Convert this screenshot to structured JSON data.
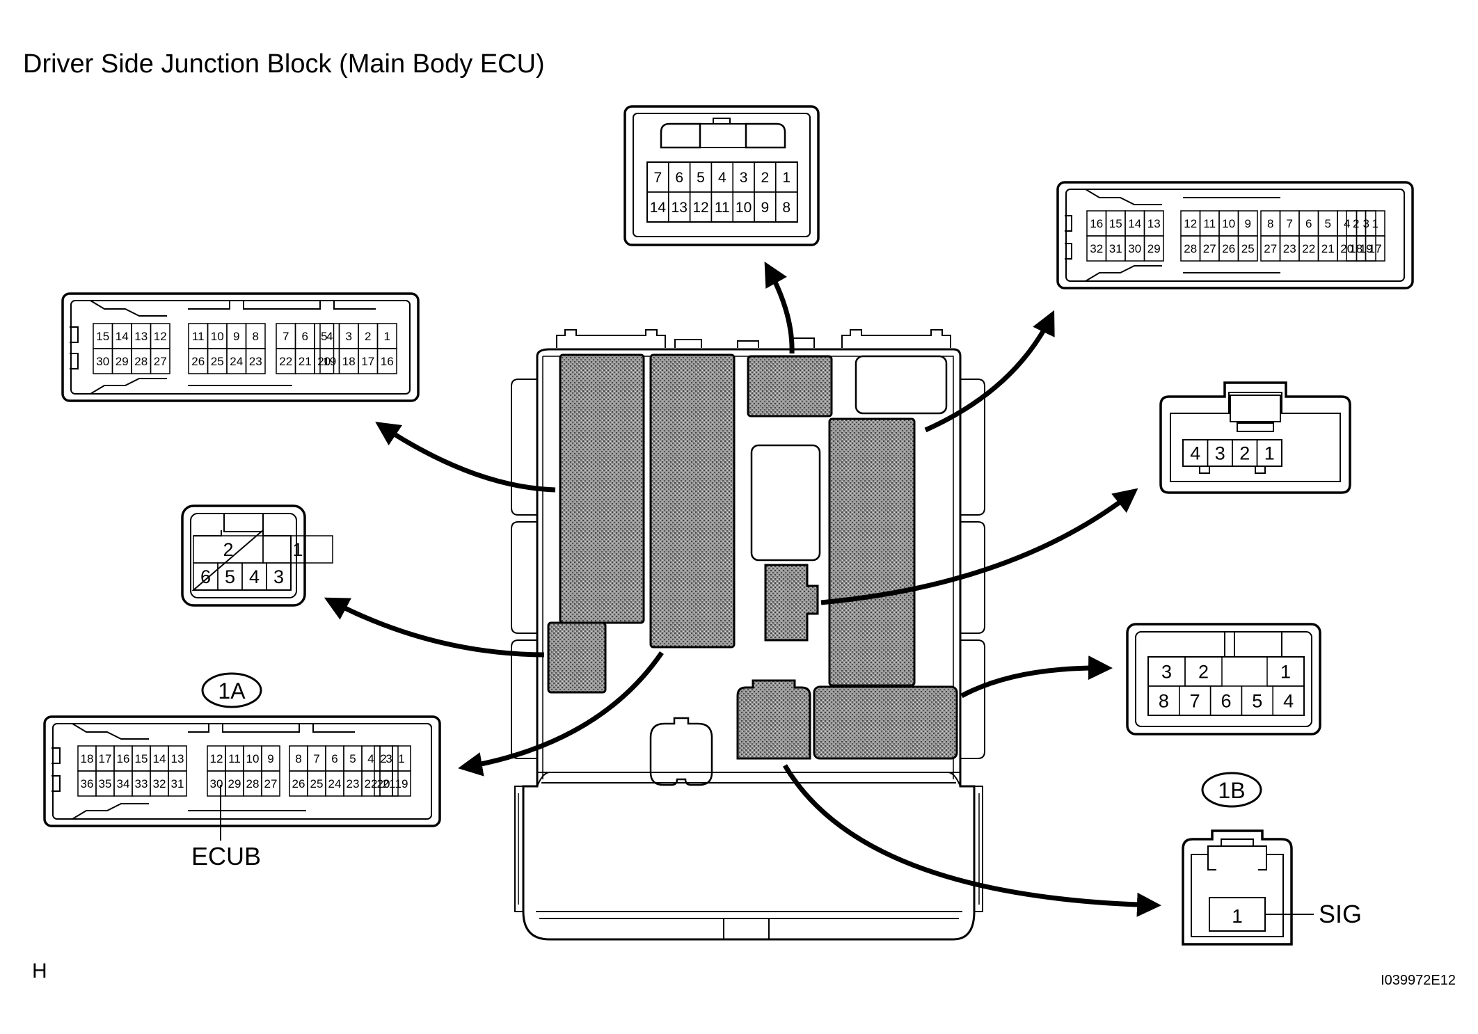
{
  "title": "Driver Side Junction Block (Main Body ECU)",
  "corner_letter": "H",
  "figure_id": "I039972E12",
  "colors": {
    "line": "#000000",
    "background": "#ffffff",
    "shaded": "#8c8c8c"
  },
  "connectors": {
    "top_14": {
      "rows": [
        [
          "7",
          "6",
          "5",
          "4",
          "3",
          "2",
          "1"
        ],
        [
          "14",
          "13",
          "12",
          "11",
          "10",
          "9",
          "8"
        ]
      ]
    },
    "top_right_32": {
      "groups": [
        [
          [
            "16",
            "15",
            "14",
            "13"
          ],
          [
            "32",
            "31",
            "30",
            "29"
          ]
        ],
        [
          [
            "12",
            "11",
            "10",
            "9"
          ],
          [
            "28",
            "27",
            "26",
            "25"
          ]
        ],
        [
          [
            "8",
            "7",
            "6",
            "5",
            "4",
            "3"
          ],
          [
            "27",
            "23",
            "22",
            "21",
            "20",
            "19"
          ]
        ],
        [
          [
            "2",
            "1"
          ],
          [
            "18",
            "17"
          ]
        ]
      ]
    },
    "left_30": {
      "groups": [
        [
          [
            "15",
            "14",
            "13",
            "12"
          ],
          [
            "30",
            "29",
            "28",
            "27"
          ]
        ],
        [
          [
            "11",
            "10",
            "9",
            "8"
          ],
          [
            "26",
            "25",
            "24",
            "23"
          ]
        ],
        [
          [
            "7",
            "6",
            "5"
          ],
          [
            "22",
            "21",
            "20"
          ]
        ],
        [
          [
            "4",
            "3",
            "2",
            "1"
          ],
          [
            "19",
            "18",
            "17",
            "16"
          ]
        ]
      ]
    },
    "right_4": {
      "pins": [
        "4",
        "3",
        "2",
        "1"
      ]
    },
    "left_6": {
      "rows": [
        [
          "2",
          "1"
        ],
        [
          "6",
          "5",
          "4",
          "3"
        ]
      ]
    },
    "right_8": {
      "rows": [
        [
          "3",
          "2",
          "1"
        ],
        [
          "8",
          "7",
          "6",
          "5",
          "4"
        ]
      ]
    },
    "conn_1A": {
      "label": "1A",
      "terminal_label": "ECUB",
      "groups": [
        [
          [
            "18",
            "17",
            "16",
            "15",
            "14",
            "13"
          ],
          [
            "36",
            "35",
            "34",
            "33",
            "32",
            "31"
          ]
        ],
        [
          [
            "12",
            "11",
            "10",
            "9"
          ],
          [
            "30",
            "29",
            "28",
            "27"
          ]
        ],
        [
          [
            "8",
            "7",
            "6",
            "5",
            "4",
            "3"
          ],
          [
            "26",
            "25",
            "24",
            "23",
            "22",
            "21"
          ]
        ],
        [
          [
            "2",
            "1"
          ],
          [
            "20",
            "19"
          ]
        ]
      ]
    },
    "conn_1B": {
      "label": "1B",
      "pin": "1",
      "terminal_label": "SIG"
    }
  }
}
